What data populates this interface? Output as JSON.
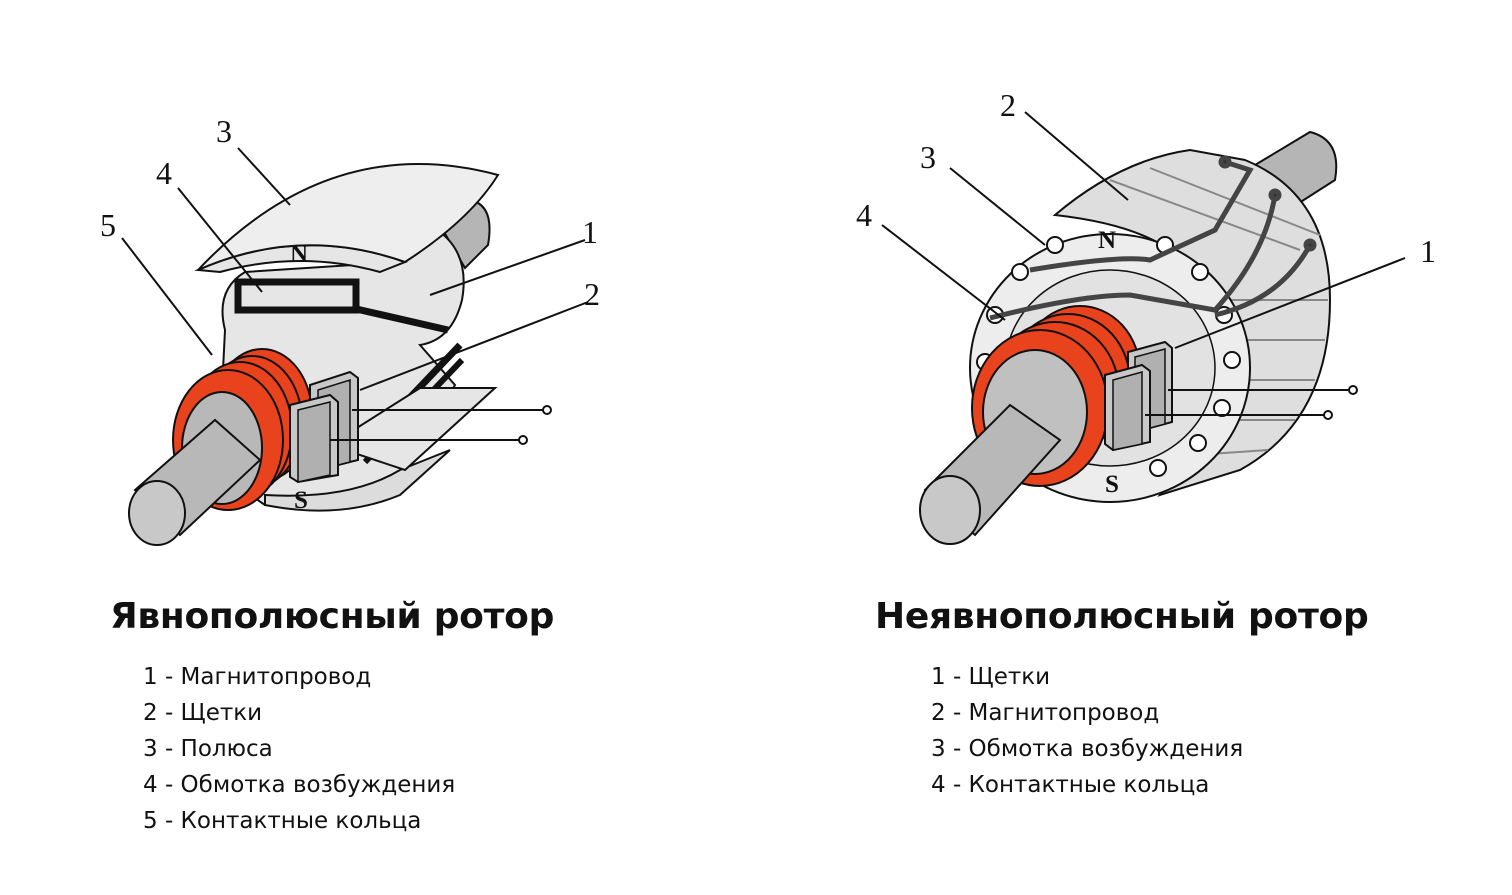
{
  "salient": {
    "title": "Явнополюсный ротор",
    "callouts": [
      "1",
      "2",
      "3",
      "4",
      "5"
    ],
    "pole_north": "N",
    "pole_south": "S",
    "legend": [
      "1 - Магнитопровод",
      "2 - Щетки",
      "3 - Полюса",
      "4 - Обмотка возбуждения",
      "5 - Контактные кольца"
    ]
  },
  "non_salient": {
    "title": "Неявнополюсный ротор",
    "callouts": [
      "1",
      "2",
      "3",
      "4"
    ],
    "pole_north": "N",
    "pole_south": "S",
    "legend": [
      "1 - Щетки",
      "2 - Магнитопровод",
      "3 - Обмотка возбуждения",
      "4 - Контактные кольца"
    ]
  },
  "colors": {
    "ring_orange": "#e8431c",
    "shaft_grey": "#b8b8b8",
    "body_light": "#e6e6e6",
    "brush_grey": "#c8c8c8",
    "outline": "#111111"
  }
}
